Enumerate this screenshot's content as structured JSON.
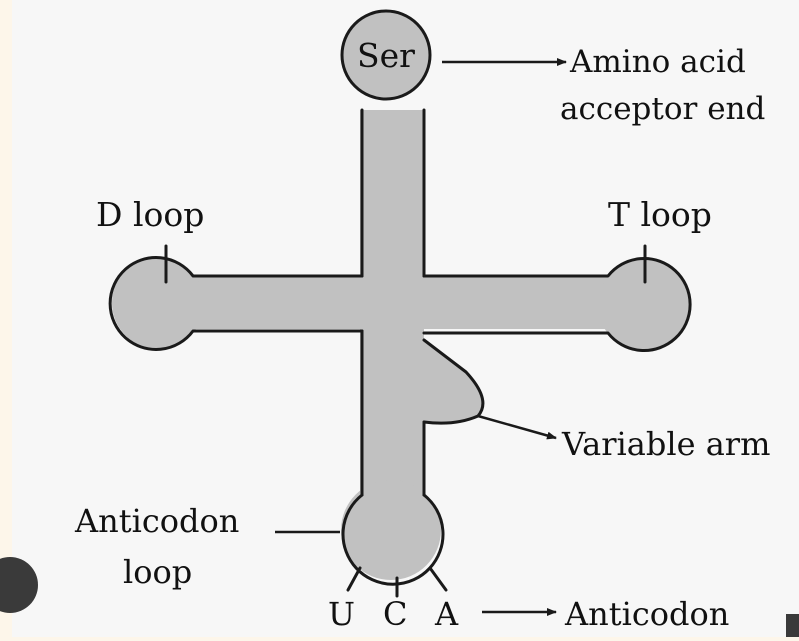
{
  "diagram": {
    "ser_label": "Ser",
    "amino_label_line1": "Amino acid",
    "amino_label_line2": "acceptor end",
    "d_loop_label": "D loop",
    "t_loop_label": "T loop",
    "variable_arm_label": "Variable arm",
    "anticodon_loop_line1": "Anticodon",
    "anticodon_loop_line2": "loop",
    "anticodon_label": "Anticodon",
    "codon_letters": [
      "U",
      "C",
      "A"
    ]
  },
  "colors": {
    "background": "#fdf6ea",
    "panel": "#f7f7f7",
    "molecule_fill": "#c1c1c1",
    "outline": "#1a1a1a",
    "corner_badge": "#3a3a3a"
  }
}
